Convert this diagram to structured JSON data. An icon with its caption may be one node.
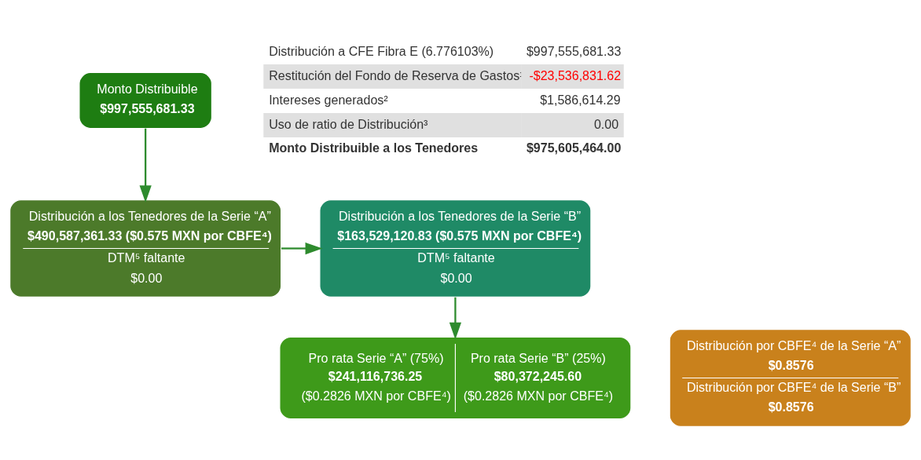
{
  "diagram": {
    "nodes": [
      {
        "text": [
          "Monto Distribuible",
          "$997,555,681.33"
        ]
      },
      {
        "text": [
          "Distribución a los Tenedores de la Serie “A”",
          "$490,587,361.33 ($0.575 MXN por CBFE⁴)",
          "DTM⁵ faltante",
          "$0.00"
        ]
      },
      {
        "text": [
          "Distribución a los Tenedores de la Serie “B”",
          "$163,529,120.83 ($0.575 MXN por CBFE⁴)",
          "DTM⁵ faltante",
          "$0.00"
        ]
      },
      {
        "text": [
          "Pro rata Serie “A” (75%)",
          "$241,116,736.25",
          "($0.2826 MXN por CBFE⁴)",
          "Pro rata Serie “B” (25%)",
          "$80,372,245.60",
          "($0.2826 MXN por CBFE⁴)"
        ]
      },
      {
        "text": [
          "Distribución por CBFE⁴ de la Serie “A”",
          "$0.8576",
          "Distribución por CBFE⁴ de la Serie “B”",
          "$0.8576"
        ]
      }
    ],
    "edges": [
      {
        "from": 0,
        "to": 1,
        "arrow": "to"
      },
      {
        "from": 1,
        "to": 2,
        "arrow": "to"
      },
      {
        "from": 2,
        "to": 3,
        "arrow": "to"
      }
    ],
    "labels": [
      "Distribución a CFE Fibra E (6.776103%)",
      "$997,555,681.33",
      "Restitución del Fondo de Reserva de Gastos¹",
      "-$23,536,831.62",
      "Intereses generados²",
      "$1,586,614.29",
      "Uso de ratio de Distribución³",
      "0.00",
      "Monto Distribuible a los Tenedores",
      "$975,605,464.00"
    ]
  }
}
